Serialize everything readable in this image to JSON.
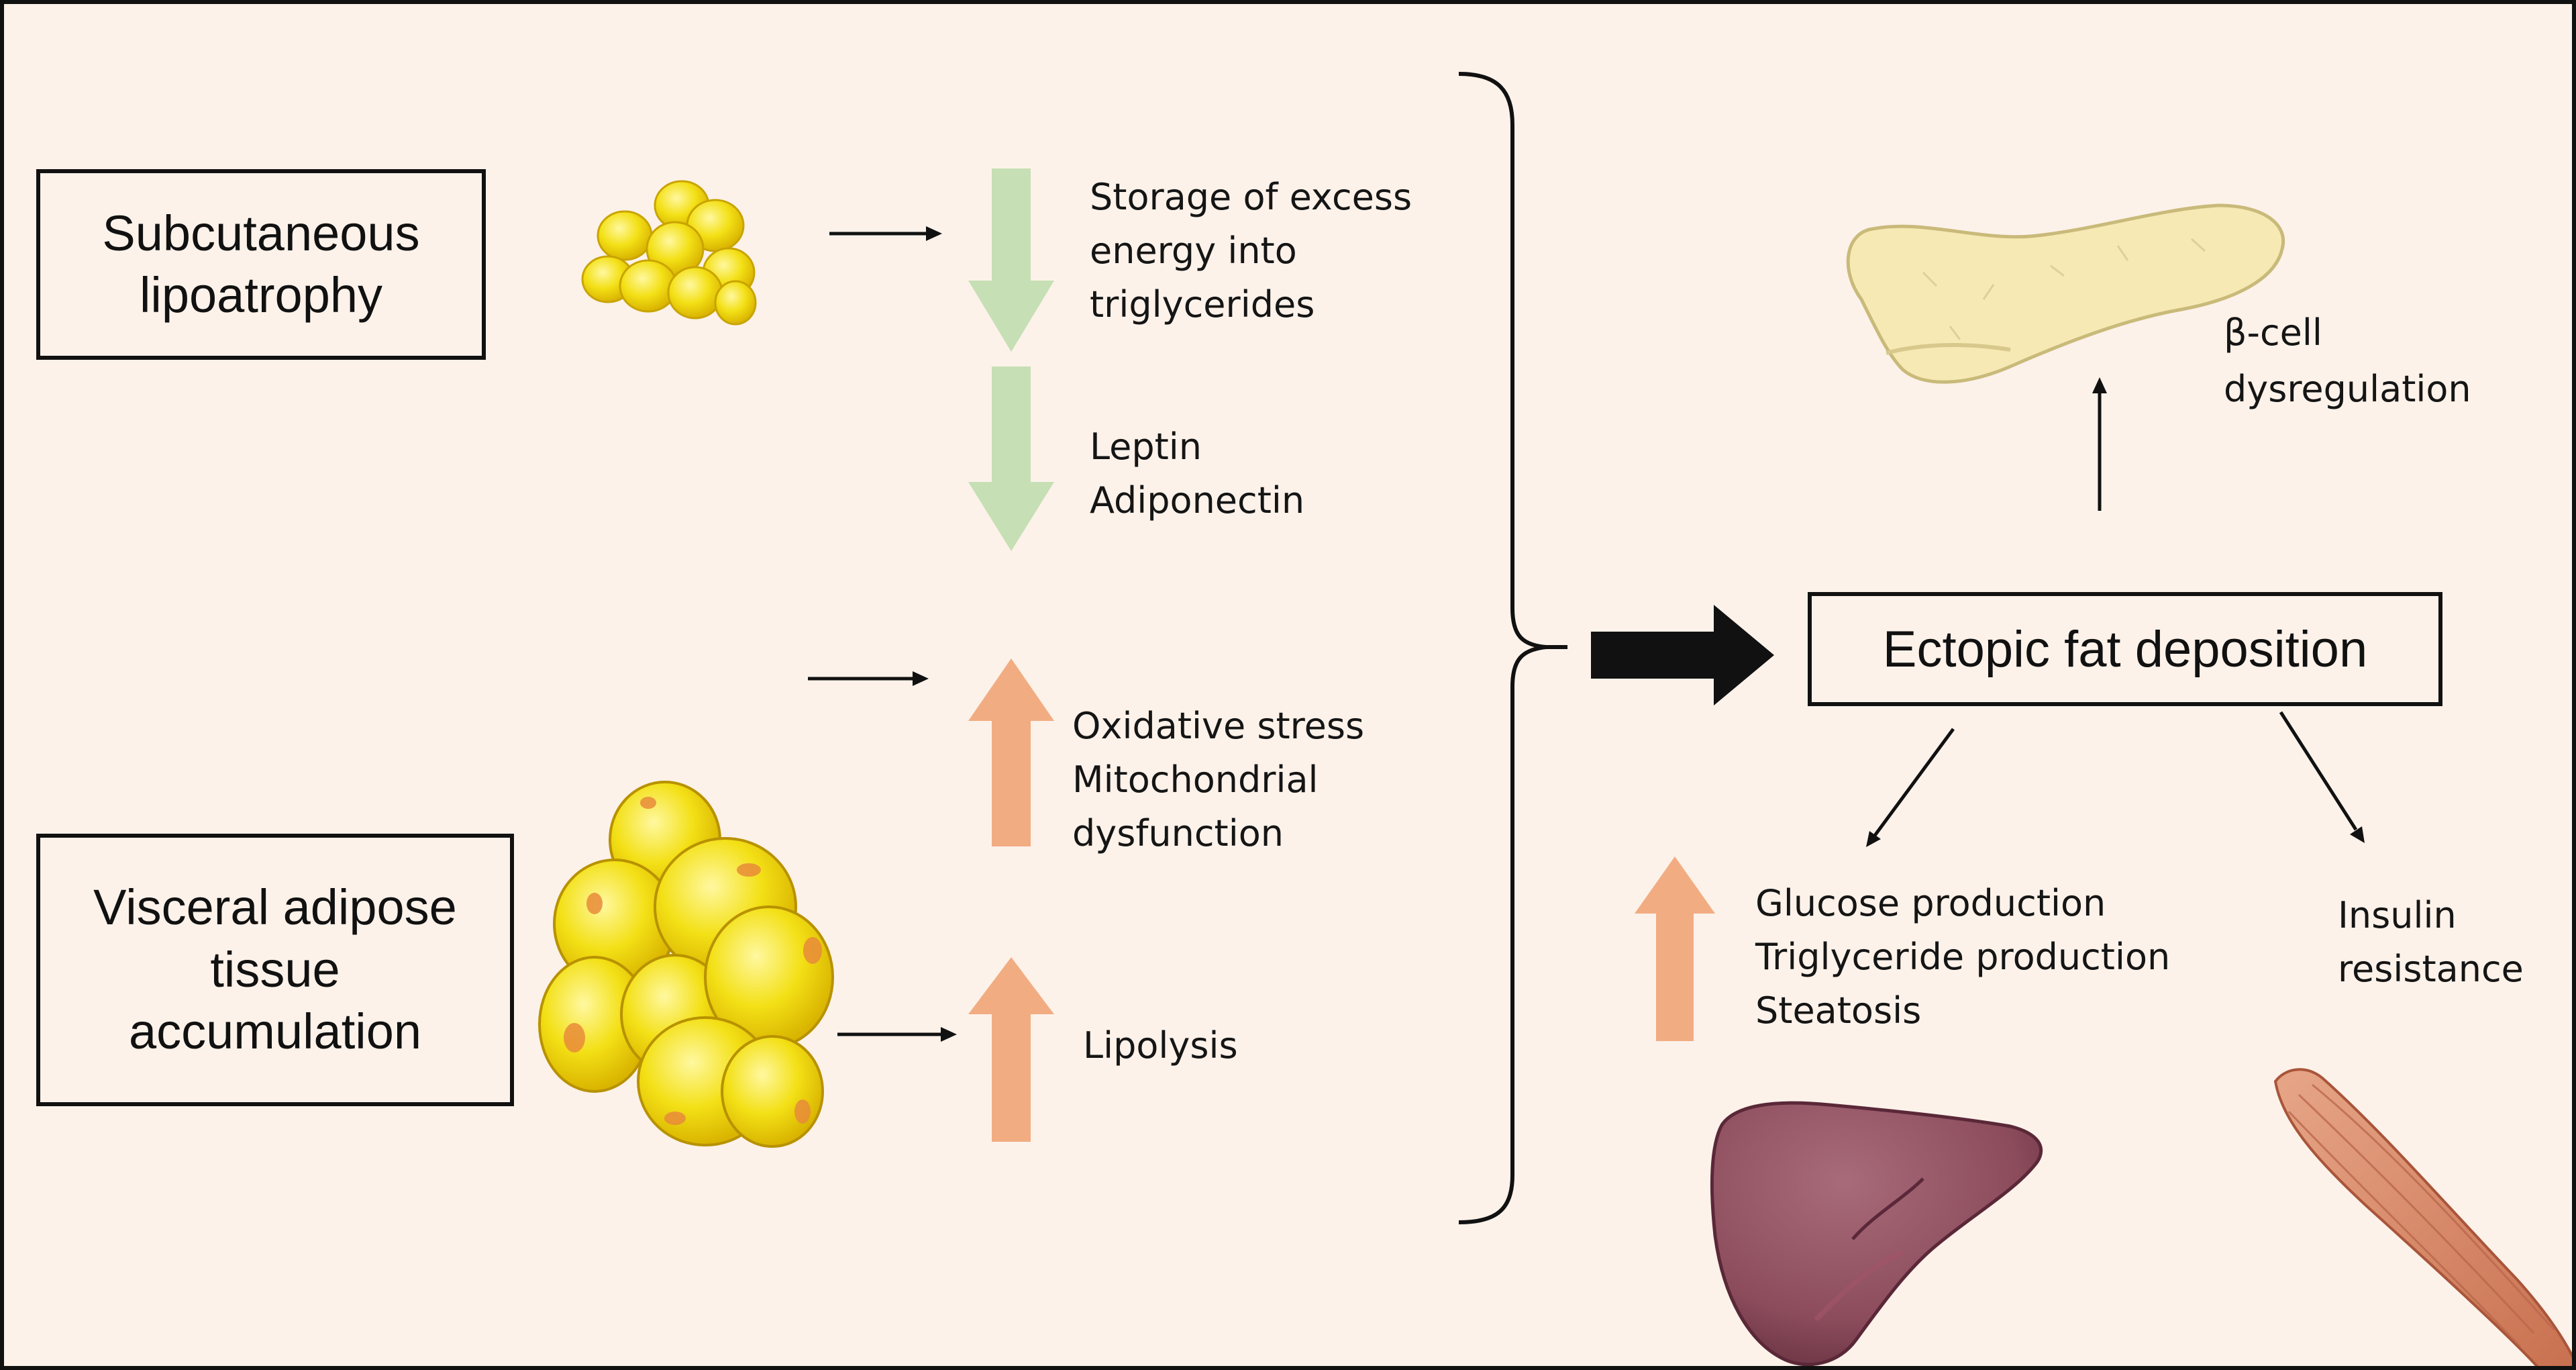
{
  "left_boxes": {
    "subcutaneous": [
      "Subcutaneous",
      "lipoatrophy"
    ],
    "visceral": [
      "Visceral adipose",
      "tissue",
      "accumulation"
    ]
  },
  "effects": {
    "storage": [
      "Storage of excess",
      "energy into",
      "triglycerides"
    ],
    "hormones": [
      "Leptin",
      "Adiponectin"
    ],
    "stress": [
      "Oxidative stress",
      "Mitochondrial",
      "dysfunction"
    ],
    "lipolysis": [
      "Lipolysis"
    ]
  },
  "center": {
    "ectopic": "Ectopic fat deposition"
  },
  "outcomes": {
    "beta_cell": [
      "β-cell",
      "dysregulation"
    ],
    "liver": [
      "Glucose production",
      "Triglyceride production",
      "Steatosis"
    ],
    "muscle": [
      "Insulin",
      "resistance"
    ]
  },
  "colors": {
    "background": "#fcf2ea",
    "decrease_arrow": "#c6dfb4",
    "increase_arrow": "#f2ac82",
    "fat_cell": "#f3e016",
    "liver": "#8c4c5c",
    "pancreas": "#f6e9b4",
    "muscle": "#d78a6c"
  },
  "icons": [
    "fat-cell-cluster-small-icon",
    "fat-cell-cluster-large-icon",
    "pancreas-icon",
    "liver-icon",
    "muscle-icon"
  ]
}
